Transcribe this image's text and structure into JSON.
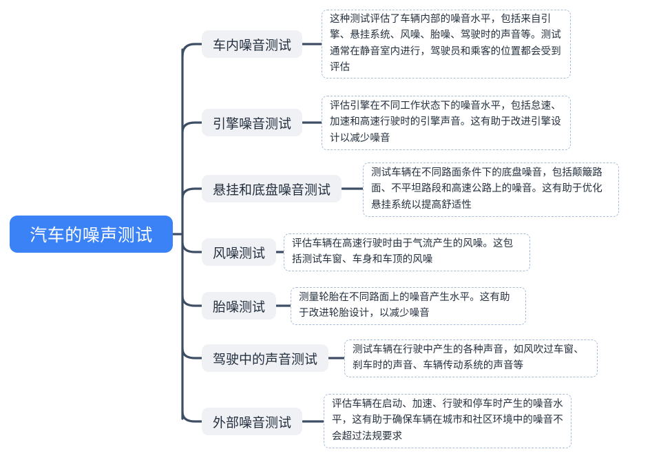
{
  "diagram": {
    "type": "mind-map",
    "title": "汽车的噪声测试",
    "colors": {
      "root_fill": "#3b82f6",
      "root_text": "#ffffff",
      "branch_fill": "#eff1f5",
      "branch_text": "#25303f",
      "connector": "#3d4d63",
      "desc_border": "#a6bcd6",
      "desc_text": "#26313f",
      "background": "#ffffff"
    },
    "root": {
      "label": "汽车的噪声测试"
    },
    "branches": [
      {
        "label": "车内噪音测试",
        "description": "这种测试评估了车辆内部的噪音水平，包括来自引擎、悬挂系统、风噪、胎噪、驾驶时的声音等。测试通常在静音室内进行，驾驶员和乘客的位置都会受到评估"
      },
      {
        "label": "引擎噪音测试",
        "description": "评估引擎在不同工作状态下的噪音水平，包括怠速、加速和高速行驶时的引擎声音。这有助于改进引擎设计以减少噪音"
      },
      {
        "label": "悬挂和底盘噪音测试",
        "description": "测试车辆在不同路面条件下的底盘噪音，包括颠簸路面、不平坦路段和高速公路上的噪音。这有助于优化悬挂系统以提高舒适性"
      },
      {
        "label": "风噪测试",
        "description": "评估车辆在高速行驶时由于气流产生的风噪。这包括测试车窗、车身和车顶的风噪"
      },
      {
        "label": "胎噪测试",
        "description": "测量轮胎在不同路面上的噪音产生水平。这有助于改进轮胎设计，以减少噪音"
      },
      {
        "label": "驾驶中的声音测试",
        "description": "测试车辆在行驶中产生的各种声音，如风吹过车窗、刹车时的声音、车辆传动系统的声音等"
      },
      {
        "label": "外部噪音测试",
        "description": "评估车辆在启动、加速、行驶和停车时产生的噪音水平，这有助于确保车辆在城市和社区环境中的噪音不会超过法规要求"
      }
    ]
  }
}
